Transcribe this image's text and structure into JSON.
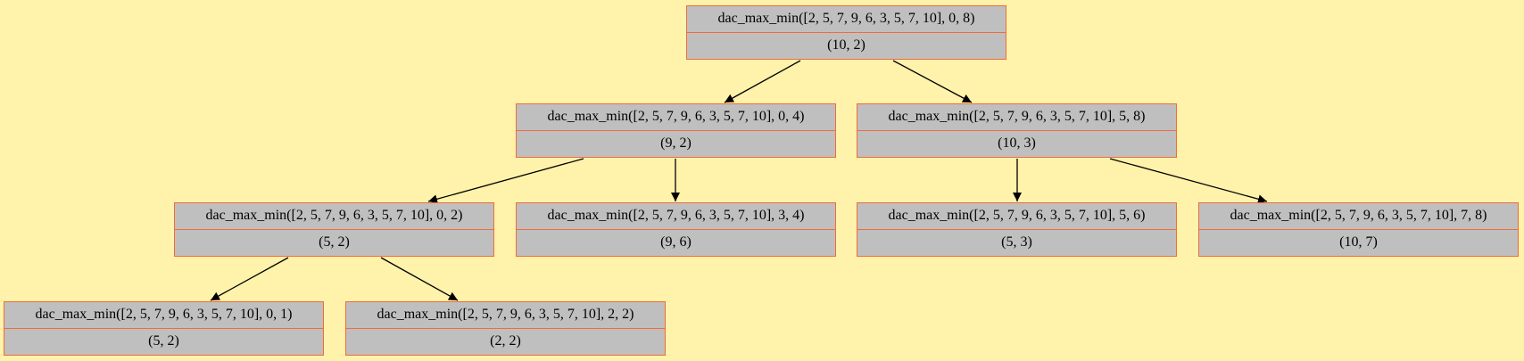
{
  "nodes": [
    {
      "id": "n08",
      "call": "dac_max_min([2, 5, 7, 9, 6, 3, 5, 7, 10], 0, 8)",
      "result": "(10, 2)"
    },
    {
      "id": "n04",
      "call": "dac_max_min([2, 5, 7, 9, 6, 3, 5, 7, 10], 0, 4)",
      "result": "(9, 2)"
    },
    {
      "id": "n58",
      "call": "dac_max_min([2, 5, 7, 9, 6, 3, 5, 7, 10], 5, 8)",
      "result": "(10, 3)"
    },
    {
      "id": "n02",
      "call": "dac_max_min([2, 5, 7, 9, 6, 3, 5, 7, 10], 0, 2)",
      "result": "(5, 2)"
    },
    {
      "id": "n34",
      "call": "dac_max_min([2, 5, 7, 9, 6, 3, 5, 7, 10], 3, 4)",
      "result": "(9, 6)"
    },
    {
      "id": "n56",
      "call": "dac_max_min([2, 5, 7, 9, 6, 3, 5, 7, 10], 5, 6)",
      "result": "(5, 3)"
    },
    {
      "id": "n78",
      "call": "dac_max_min([2, 5, 7, 9, 6, 3, 5, 7, 10], 7, 8)",
      "result": "(10, 7)"
    },
    {
      "id": "n01",
      "call": "dac_max_min([2, 5, 7, 9, 6, 3, 5, 7, 10], 0, 1)",
      "result": "(5, 2)"
    },
    {
      "id": "n22",
      "call": "dac_max_min([2, 5, 7, 9, 6, 3, 5, 7, 10], 2, 2)",
      "result": "(2, 2)"
    }
  ],
  "edges": [
    [
      "n08",
      "n04"
    ],
    [
      "n08",
      "n58"
    ],
    [
      "n04",
      "n02"
    ],
    [
      "n04",
      "n34"
    ],
    [
      "n58",
      "n56"
    ],
    [
      "n58",
      "n78"
    ],
    [
      "n02",
      "n01"
    ],
    [
      "n02",
      "n22"
    ]
  ],
  "colors": {
    "background": "#fff2aa",
    "node_fill": "#bfbfbf",
    "node_border": "#f26b3a",
    "edge": "#000000"
  }
}
